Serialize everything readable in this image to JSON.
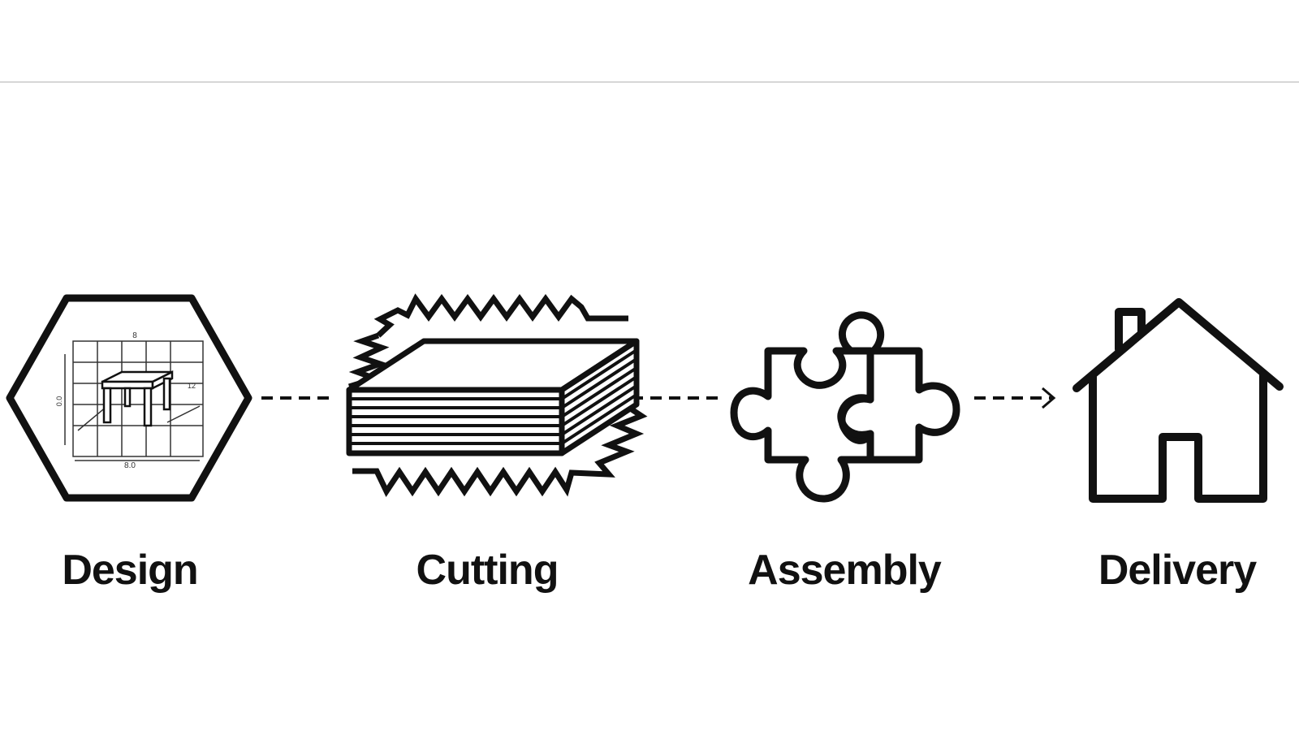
{
  "colors": {
    "stroke": "#111111",
    "background": "#ffffff",
    "rule": "#d6d6d6"
  },
  "steps": [
    {
      "label": "Design",
      "icon": "blueprint-hexagon-icon"
    },
    {
      "label": "Cutting",
      "icon": "stacked-sheets-icon"
    },
    {
      "label": "Assembly",
      "icon": "puzzle-pieces-icon"
    },
    {
      "label": "Delivery",
      "icon": "house-icon"
    }
  ],
  "blueprint": {
    "dim_top": "8",
    "dim_left": "0.0",
    "dim_right": "12",
    "dim_bottom": "8.0"
  }
}
